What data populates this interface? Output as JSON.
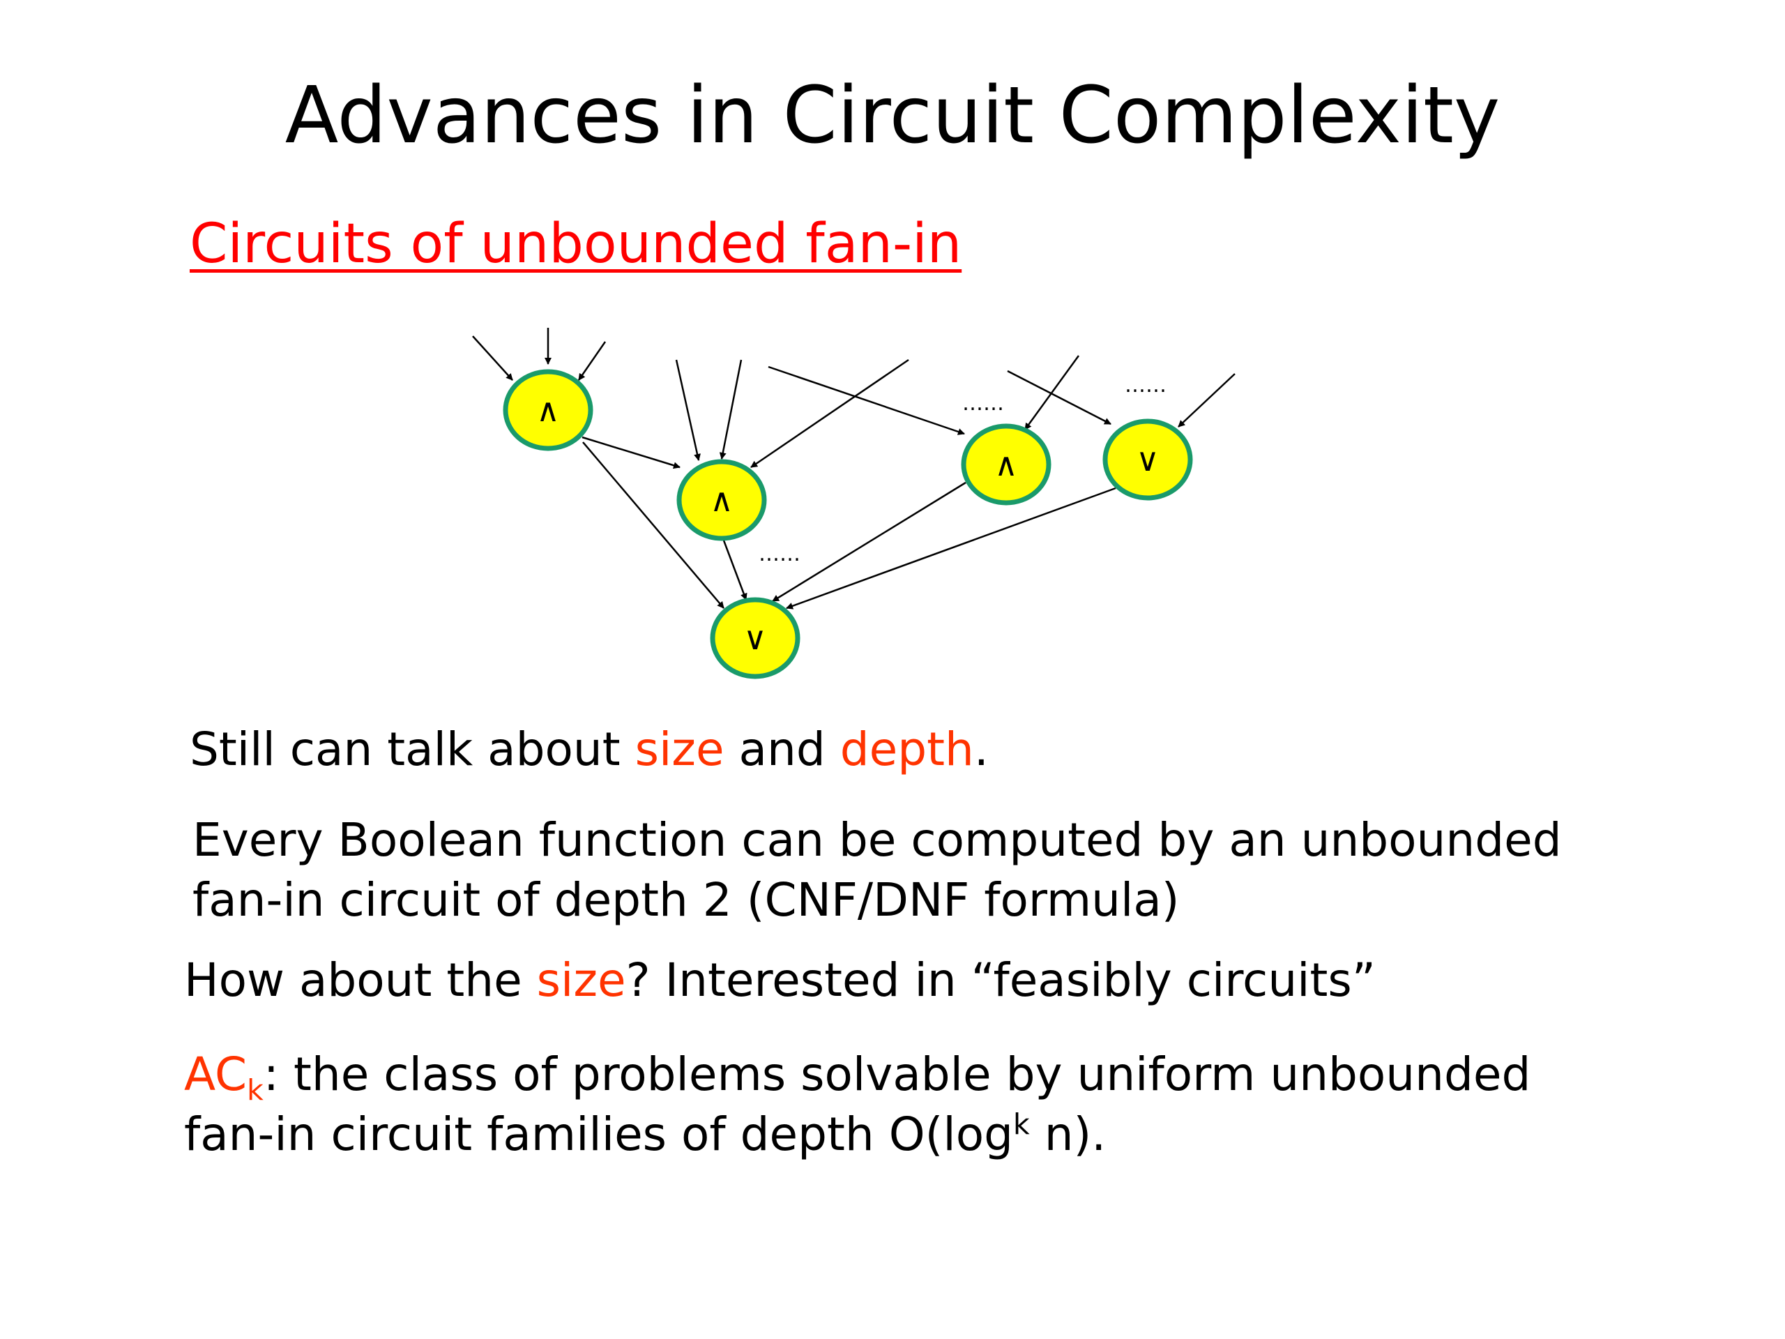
{
  "slide": {
    "title": "Advances in Circuit Complexity",
    "subtitle": "Circuits of unbounded fan-in"
  },
  "colors": {
    "subtitle": "#ff0000",
    "highlight": "#ff3300",
    "gate_fill": "#ffff00",
    "gate_stroke": "#1a9a6a"
  },
  "diagram": {
    "gates": [
      "∧",
      "∧",
      "∧",
      "∨",
      "∨"
    ],
    "ellipses": [
      "……",
      "……",
      "……"
    ]
  },
  "text": {
    "p1": {
      "a": "Still can talk about ",
      "b": "size",
      "c": " and ",
      "d": "depth",
      "e": "."
    },
    "p2": {
      "line1": "Every Boolean function can be computed by an unbounded",
      "line2": "fan-in circuit of depth 2 (CNF/DNF formula)"
    },
    "p3": {
      "a": "How about the ",
      "b": "size",
      "c": "? Interested in “feasibly circuits”"
    },
    "p4": {
      "ac": "AC",
      "sub": "k",
      "a": ": the class of problems solvable by uniform unbounded",
      "b": "fan-in circuit families of depth O(log",
      "sup": "k",
      "c": " n)."
    }
  }
}
